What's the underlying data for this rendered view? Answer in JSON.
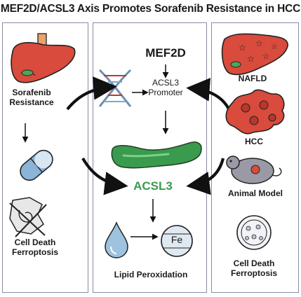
{
  "title": "MEF2D/ACSL3 Axis Promotes Sorafenib Resistance in HCC",
  "left": {
    "resistance_line1": "Sorafenib",
    "resistance_line2": "Resistance",
    "death_line1": "Cell Death",
    "death_line2": "Ferroptosis"
  },
  "middle": {
    "mef2d": "MEF2D",
    "promoter_line1": "ACSL3",
    "promoter_line2": "Promoter",
    "acsl3": "ACSL3",
    "fe": "Fe",
    "lipid": "Lipid Peroxidation"
  },
  "right": {
    "nafld": "NAFLD",
    "hcc": "HCC",
    "animal": "Animal Model",
    "death_line1": "Cell Death",
    "death_line2": "Ferroptosis"
  },
  "colors": {
    "acsl3": "#3a9a4e",
    "liver": "#d94b3c",
    "pill": "#8ab4d8",
    "frame": "#8b8ba6"
  },
  "icons": [
    "liver-icon",
    "capsule-icon",
    "ferroptosis-icon",
    "dna-icon",
    "protein-icon",
    "lipid-drop-icon",
    "iron-icon",
    "fatty-liver-icon",
    "tumor-cell-icon",
    "mouse-icon",
    "petri-dish-icon"
  ]
}
